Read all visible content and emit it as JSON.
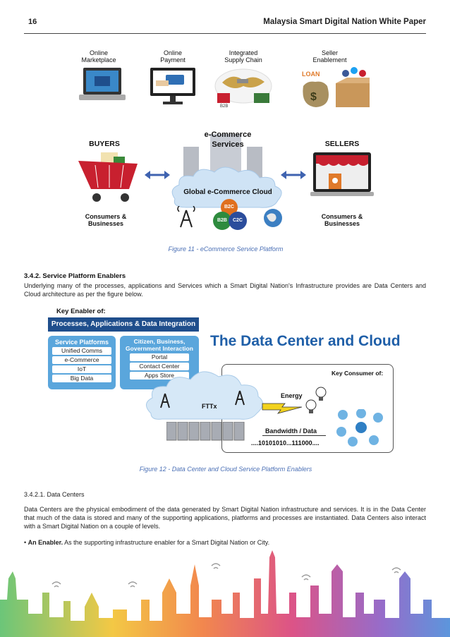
{
  "header": {
    "page_number": "16",
    "title": "Malaysia Smart Digital Nation White Paper"
  },
  "fig11": {
    "services": [
      "Online\nMarketplace",
      "Online\nPayment",
      "Integrated\nSupply Chain",
      "Seller\nEnablement"
    ],
    "loan_label": "LOAN",
    "buyers": "BUYERS",
    "sellers": "SELLERS",
    "center_title": "e-Commerce\nServices",
    "cloud_label": "Global e-Commerce Cloud",
    "circles": [
      "B2C",
      "B2B",
      "C2C"
    ],
    "buyers_sub": "Consumers &\nBusinesses",
    "sellers_sub": "Consumers &\nBusinesses",
    "caption": "Figure 11 - eCommerce Service Platform"
  },
  "section": {
    "heading": "3.4.2. Service Platform Enablers",
    "para": "Underlying many of the processes, applications and Services which a Smart Digital Nation's Infrastructure provides are Data Centers and Cloud architecture as per the figure below."
  },
  "fig12": {
    "key_enabler": "Key Enabler of:",
    "bar": "Processes, Applications & Data Integration",
    "box1_title": "Service Platforms",
    "box1_items": [
      "Unified Comms",
      "e-Commerce",
      "IoT",
      "Big Data"
    ],
    "box2_title": "Citizen, Business,\nGovernment Interaction",
    "box2_items": [
      "Portal",
      "Contact Center",
      "Apps Store"
    ],
    "big_title": "The Data Center and Cloud",
    "key_consumer": "Key Consumer of:",
    "energy": "Energy",
    "fttx": "FTTx",
    "bandwidth": "Bandwidth / Data",
    "binary": "....10101010...111000....",
    "caption": "Figure 12 - Data Center and Cloud Service Platform Enablers"
  },
  "subsection": {
    "heading": "3.4.2.1. Data Centers",
    "para": "Data Centers are the physical embodiment of the data generated by Smart Digital Nation infrastructure and services.  It is in the Data Center that much of the data is stored and many of the supporting applications, platforms and processes are instantiated.  Data Centers also interact with a Smart Digital Nation on a couple of levels.",
    "bullet_bold": "An Enabler.",
    "bullet_text": "  As the supporting infrastructure enabler for a Smart Digital Nation or City."
  },
  "colors": {
    "accent_blue": "#1f4e8c",
    "light_blue": "#5aa6dc",
    "caption_blue": "#4a6fb5",
    "red": "#c8202f"
  }
}
